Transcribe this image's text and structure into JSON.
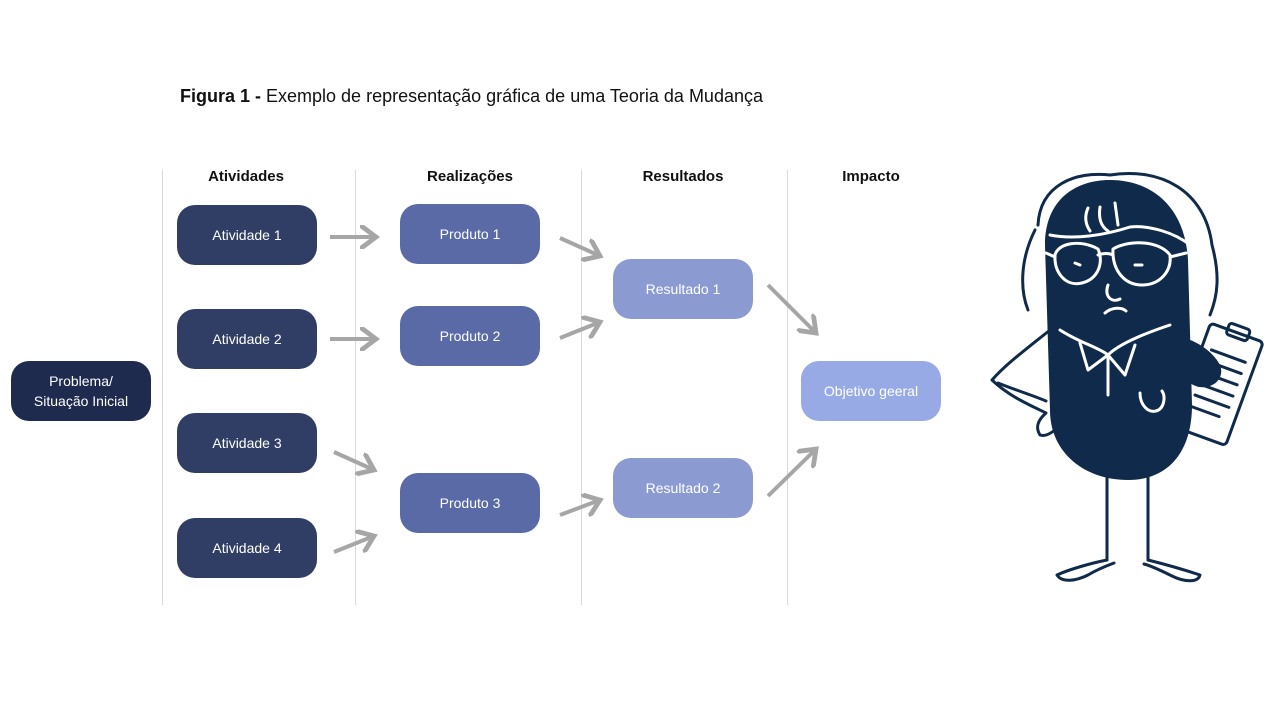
{
  "caption": {
    "bold": "Figura 1 -",
    "text": " Exemplo de representação gráfica de uma Teoria da Mudança"
  },
  "columns": {
    "activities": "Atividades",
    "outputs": "Realizações",
    "outcomes": "Resultados",
    "impact": "Impacto"
  },
  "start": {
    "line1": "Problema/",
    "line2": "Situação Inicial"
  },
  "activities": [
    "Atividade 1",
    "Atividade 2",
    "Atividade 3",
    "Atividade 4"
  ],
  "products": [
    "Produto 1",
    "Produto 2",
    "Produto 3"
  ],
  "results": [
    "Resultado 1",
    "Resultado 2"
  ],
  "impact": "Objetivo geeral",
  "colors": {
    "start": "#1e2a4e",
    "activity": "#303e66",
    "product": "#5a6aa7",
    "result": "#8b9bd2",
    "impact": "#98aae6",
    "arrow": "#a6a6a6",
    "character": "#0f2a4a"
  }
}
